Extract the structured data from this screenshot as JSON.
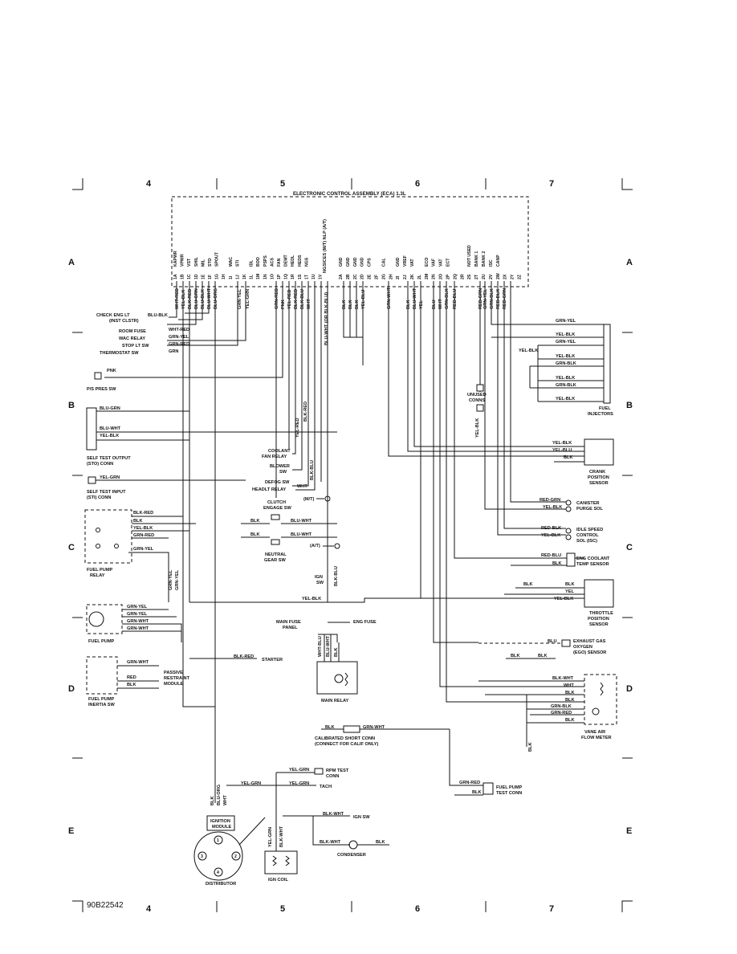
{
  "diagram": {
    "id_code": "90B22542",
    "title": "ELECTRONIC CONTROL ASSEMBLY (ECA) 1.3L",
    "grid_cols": [
      "4",
      "5",
      "6",
      "7"
    ],
    "grid_rows": [
      "A",
      "B",
      "C",
      "D",
      "E"
    ],
    "eca_note": "NGSICES (M/T) NLP (A/T)",
    "eca_pins_a": [
      "KAPWR",
      "VPWR",
      "VST",
      "SHIL",
      "MIL",
      "STO",
      "SPOUT",
      "",
      "WAC",
      "STI",
      "",
      "IDL",
      "BOO",
      "PSPS",
      "ACS",
      "FAN",
      "DEMT",
      "HEDL",
      "HEDS",
      "NGS"
    ],
    "eca_ids_a": [
      "1A",
      "1B",
      "1C",
      "1D",
      "1E",
      "1F",
      "1G",
      "1H",
      "1I",
      "1J",
      "1K",
      "1L",
      "1M",
      "1N",
      "1O",
      "1P",
      "1Q",
      "1R",
      "1S",
      "1T",
      "1U",
      "1V"
    ],
    "eca_pins_b": [
      "GND",
      "GND",
      "GND",
      "GND",
      "CPS",
      "",
      "CAL",
      "",
      "GND",
      "VREF",
      "VAT",
      "",
      "ECO",
      "VAF",
      "VAT",
      "ECT",
      "",
      "",
      "NOT USED",
      "BANK 1",
      "BANK 2",
      "ISC",
      "CANP"
    ],
    "eca_ids_b": [
      "2A",
      "2B",
      "2C",
      "2D",
      "2E",
      "2F",
      "2G",
      "2H",
      "2I",
      "2J",
      "2K",
      "2L",
      "2M",
      "2N",
      "2O",
      "2P",
      "2Q",
      "2R",
      "2S",
      "2T",
      "2U",
      "2V",
      "2W",
      "2X",
      "2Y",
      "2Z"
    ],
    "left_components": {
      "check_eng": "CHECK ENG LT",
      "inst_clstr": "(INST CLSTR)",
      "room_fuse": "ROOM FUSE",
      "wac_relay": "WAC RELAY",
      "stop_lt": "STOP LT SW",
      "thermostat": "THERMOSTAT SW",
      "ps_press": "P/S PRES SW",
      "sto_conn_1": "SELF TEST OUTPUT",
      "sto_conn_2": "(STO) CONN",
      "sti_conn_1": "SELF TEST INPUT",
      "sti_conn_2": "(STI) CONN",
      "fuel_pump_relay_1": "FUEL PUMP",
      "fuel_pump_relay_2": "RELAY",
      "fuel_pump": "FUEL PUMP",
      "passive_1": "PASSIVE",
      "passive_2": "RESTRAINT",
      "passive_3": "MODULE",
      "inertia_1": "FUEL PUMP",
      "inertia_2": "INERTIA SW"
    },
    "center_components": {
      "coolant_fan_1": "COOLANT",
      "coolant_fan_2": "FAN RELAY",
      "blower_1": "BLOWER",
      "blower_2": "SW",
      "defog": "DEFOG SW",
      "headlt": "HEADLT RELAY",
      "clutch_1": "CLUTCH",
      "clutch_2": "ENGAGE SW",
      "mt": "(M/T)",
      "at": "(A/T)",
      "neutral_1": "NEUTRAL",
      "neutral_2": "GEAR SW",
      "ign_sw_1": "IGN",
      "ign_sw_2": "SW",
      "main_fuse_1": "MAIN FUSE",
      "main_fuse_2": "PANEL",
      "eng_fuse": "ENG FUSE",
      "main_relay": "MAIN RELAY",
      "starter": "STARTER",
      "cal_short_1": "CALIBRATED SHORT CONN",
      "cal_short_2": "(CONNECT FOR CALIF ONLY)",
      "rpm_test_1": "RPM TEST",
      "rpm_test_2": "CONN",
      "tach": "TACH",
      "ign_sw_b": "IGN SW",
      "condenser": "CONDENSER",
      "ign_module_1": "IGNITION",
      "ign_module_2": "MODULE",
      "distributor": "DISTRIBUTOR",
      "ign_coil": "IGN COIL"
    },
    "right_components": {
      "fuel_injectors_1": "FUEL",
      "fuel_injectors_2": "INJECTORS",
      "unused_1": "UNUSED",
      "unused_2": "CONNS",
      "crank_1": "CRANK",
      "crank_2": "POSITION",
      "crank_3": "SENSOR",
      "canister_1": "CANISTER",
      "canister_2": "PURGE SOL",
      "isc_1": "IDLE SPEED",
      "isc_2": "CONTROL",
      "isc_3": "SOL (ISC)",
      "ect_1": "ENG COOLANT",
      "ect_2": "TEMP SENSOR",
      "tps_1": "THROTTLE",
      "tps_2": "POSITION",
      "tps_3": "SENSOR",
      "ego_1": "EXHAUST GAS",
      "ego_2": "OXYGEN",
      "ego_3": "(EGO) SENSOR",
      "vaf_1": "VANE AIR",
      "vaf_2": "FLOW METER",
      "fp_test_1": "FUEL PUMP",
      "fp_test_2": "TEST CONN"
    },
    "wire_colors": {
      "wht_red": "WHT-RED",
      "yel_blk": "YEL-BLK",
      "blk_red": "BLK-RED",
      "blu_grn": "BLU-GRN",
      "blu_blk": "BLU-BLK",
      "blu_wht": "BLU-WHT",
      "blu_org": "BLU-ORG",
      "grn_yel": "GRN-YEL",
      "yel_grn": "YEL-GRN",
      "grn_red": "GRN-RED",
      "grn": "GRN",
      "pnk": "PNK",
      "yel_red": "YEL-RED",
      "blk_blu": "BLK-BLU",
      "wht": "WHT",
      "blk": "BLK",
      "blk_wht": "BLK-WHT",
      "blu_wht_or_blk_blu": "BLU-WHT (OR BLK-BLU)",
      "yel_blu": "YEL-BLU",
      "blu_bk": "BLU-BLK",
      "yel_blk2": "YEL-BLK",
      "grn_wht": "GRN-WHT",
      "red": "RED",
      "red_grn": "RED-GRN",
      "red_blk": "RED-BLK",
      "red_blu": "RED-BLU",
      "grn_blk": "GRN-BLK",
      "yel": "YEL",
      "blu": "BLU",
      "wht_blu": "WHT-BLU",
      "yel_blu2": "YEL-BLU"
    },
    "module_pins": [
      "1",
      "2",
      "3",
      "4"
    ]
  }
}
